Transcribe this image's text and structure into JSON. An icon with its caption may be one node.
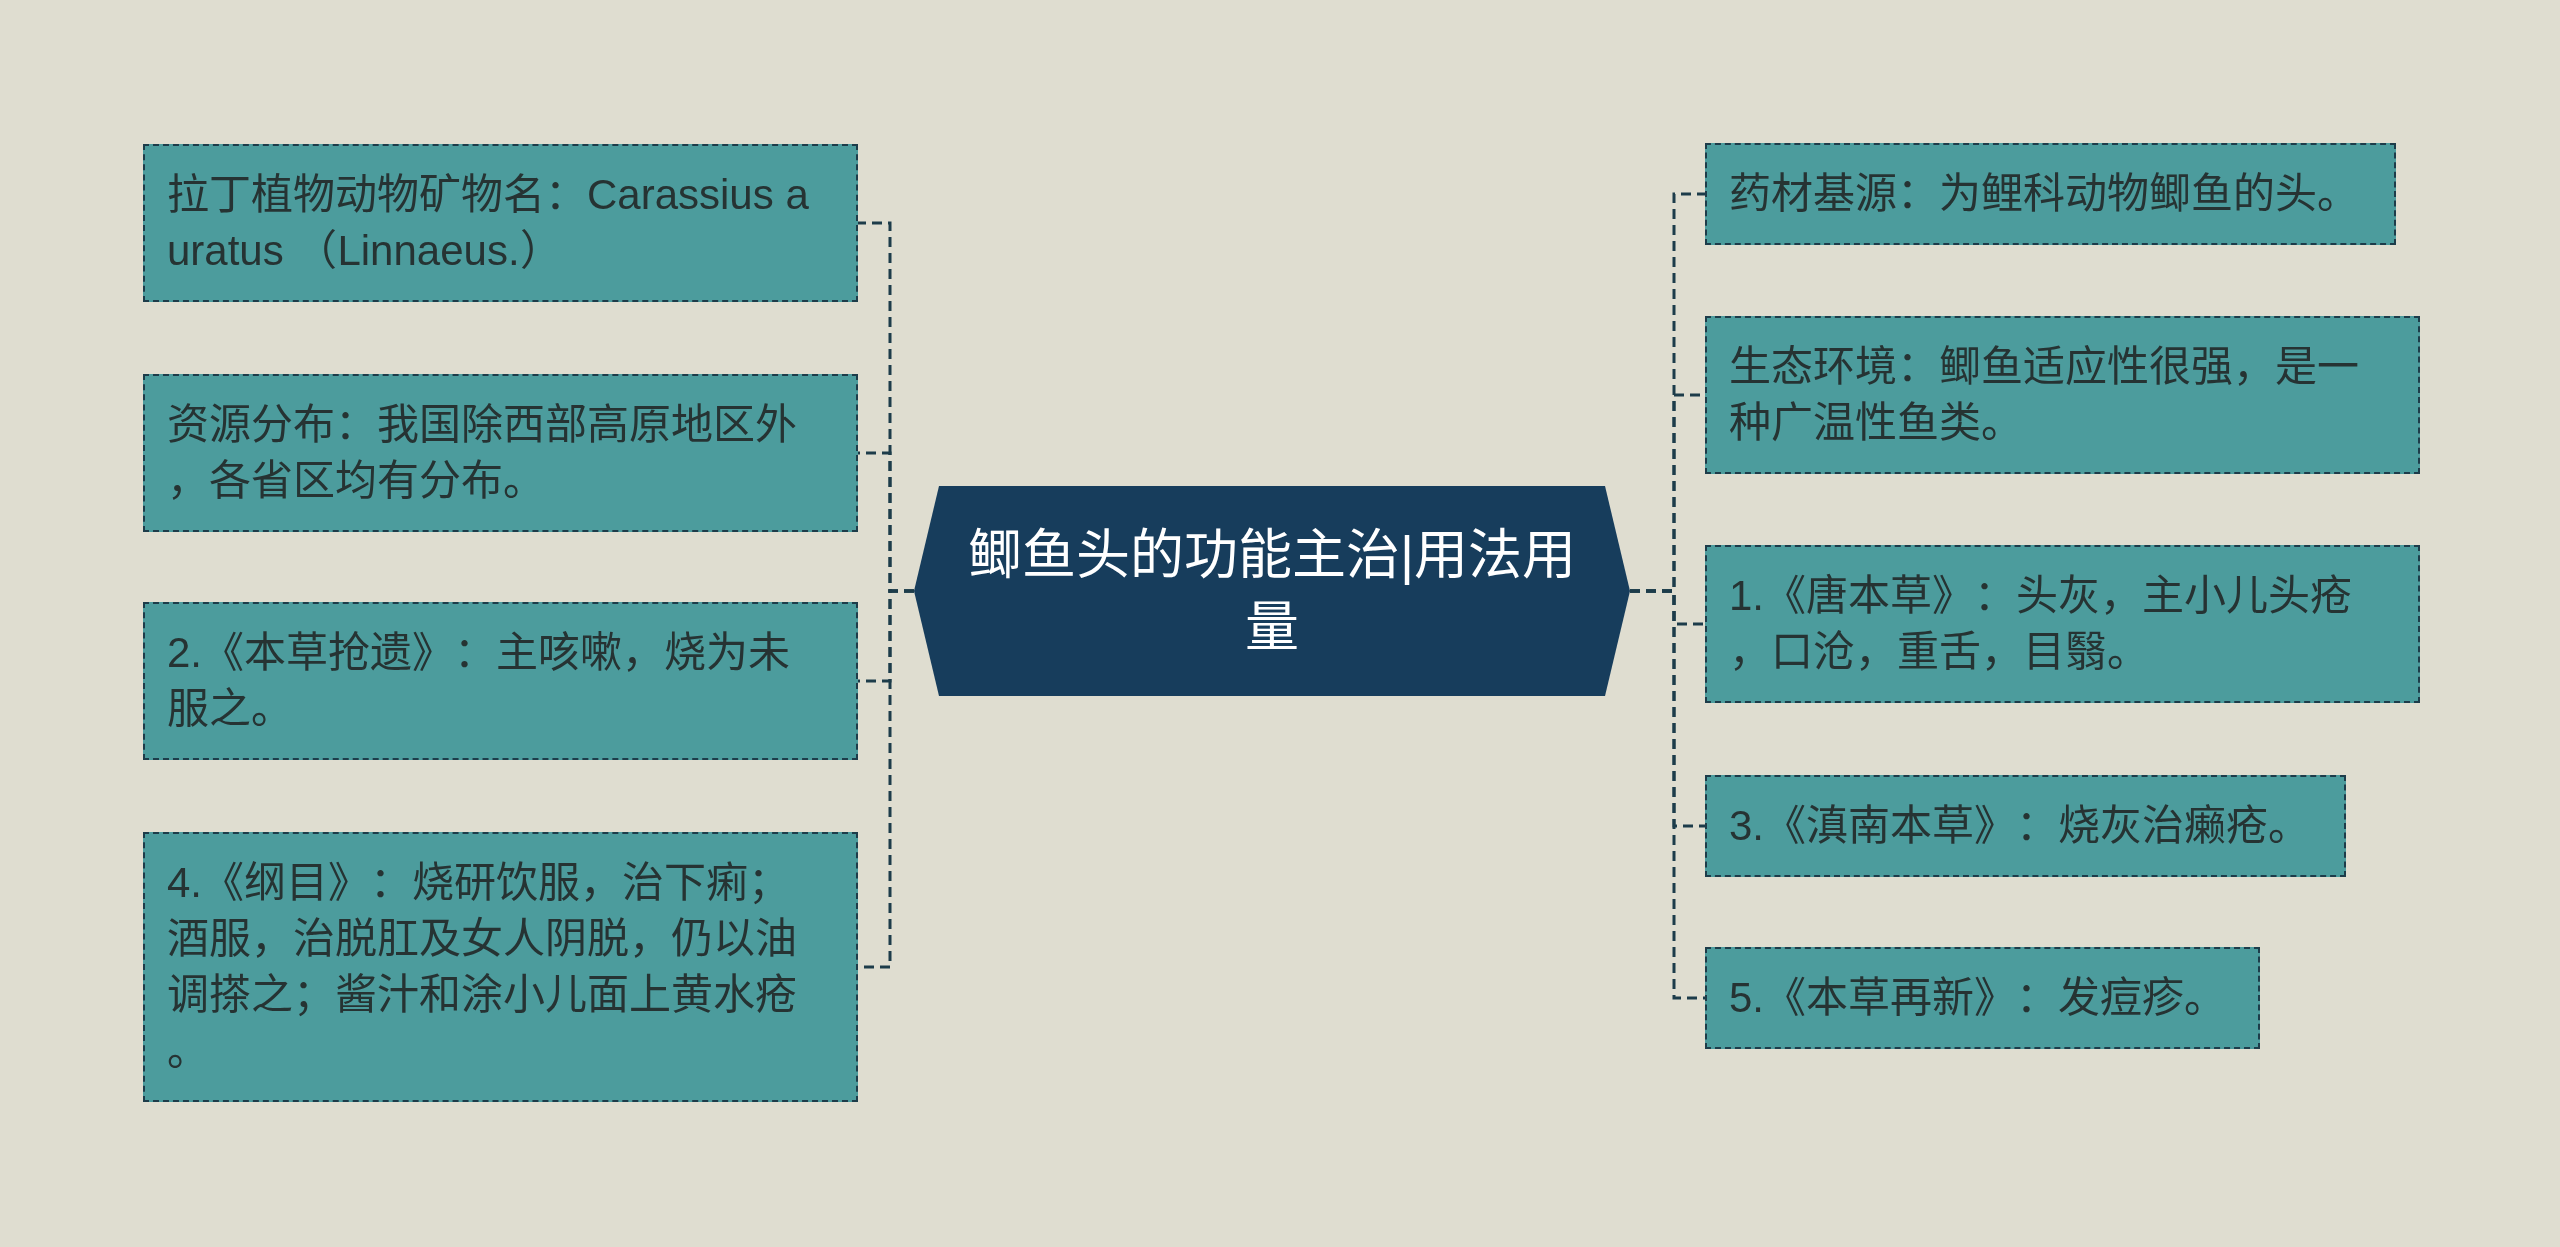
{
  "diagram": {
    "nodes": [
      {
        "text": [
          "鲫鱼头的功能主治|用法用量"
        ]
      },
      {
        "text": [
          "拉丁植物动物矿物名：Carassius auratus （Linnaeus.）"
        ]
      },
      {
        "text": [
          "资源分布：我国除西部高原地区外，各省区均有分布。"
        ]
      },
      {
        "text": [
          "2.《本草抢遗》：主咳嗽，烧为未服之。"
        ]
      },
      {
        "text": [
          "4.《纲目》：烧研饮服，治下痢；酒服，治脱肛及女人阴脱，仍以油调搽之；酱汁和涂小儿面上黄水疮。"
        ]
      },
      {
        "text": [
          "药材基源：为鲤科动物鲫鱼的头。"
        ]
      },
      {
        "text": [
          "生态环境：鲫鱼适应性很强，是一种广温性鱼类。"
        ]
      },
      {
        "text": [
          "1.《唐本草》：头灰，主小儿头疮，口沧，重舌，目翳。"
        ]
      },
      {
        "text": [
          "3.《滇南本草》：烧灰治癞疮。"
        ]
      },
      {
        "text": [
          "5.《本草再新》：发痘疹。"
        ]
      }
    ],
    "edges": [
      {
        "from": 0,
        "to": 1,
        "arrow": "none",
        "style": "dashed"
      },
      {
        "from": 0,
        "to": 2,
        "arrow": "none",
        "style": "dashed"
      },
      {
        "from": 0,
        "to": 3,
        "arrow": "none",
        "style": "dashed"
      },
      {
        "from": 0,
        "to": 4,
        "arrow": "none",
        "style": "dashed"
      },
      {
        "from": 0,
        "to": 5,
        "arrow": "none",
        "style": "dashed"
      },
      {
        "from": 0,
        "to": 6,
        "arrow": "none",
        "style": "dashed"
      },
      {
        "from": 0,
        "to": 7,
        "arrow": "none",
        "style": "dashed"
      },
      {
        "from": 0,
        "to": 8,
        "arrow": "none",
        "style": "dashed"
      },
      {
        "from": 0,
        "to": 9,
        "arrow": "none",
        "style": "dashed"
      }
    ]
  }
}
